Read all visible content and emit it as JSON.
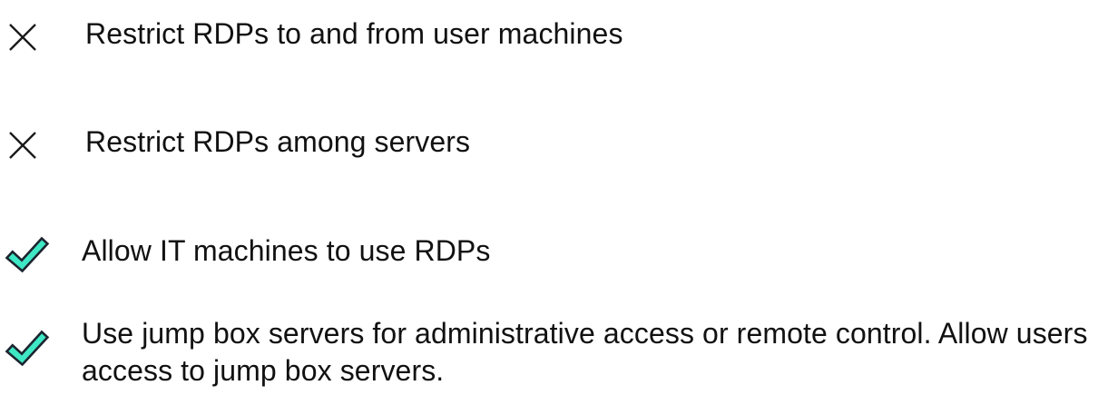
{
  "document": {
    "type": "checklist",
    "background_color": "#ffffff",
    "text_color": "#111111",
    "check_color": "#3FE8C4",
    "check_outline_color": "#1C2430",
    "cross_color": "#1A1A1A"
  },
  "items": [
    {
      "icon": "cross-icon",
      "status": "restricted",
      "text": "Restrict RDPs to and from user machines"
    },
    {
      "icon": "cross-icon",
      "status": "restricted",
      "text": "Restrict RDPs among servers"
    },
    {
      "icon": "check-icon",
      "status": "allowed",
      "text": "Allow IT machines to use RDPs"
    },
    {
      "icon": "check-icon",
      "status": "allowed",
      "text": "Use jump box servers for administrative access or remote control. Allow users access to jump box servers."
    }
  ]
}
